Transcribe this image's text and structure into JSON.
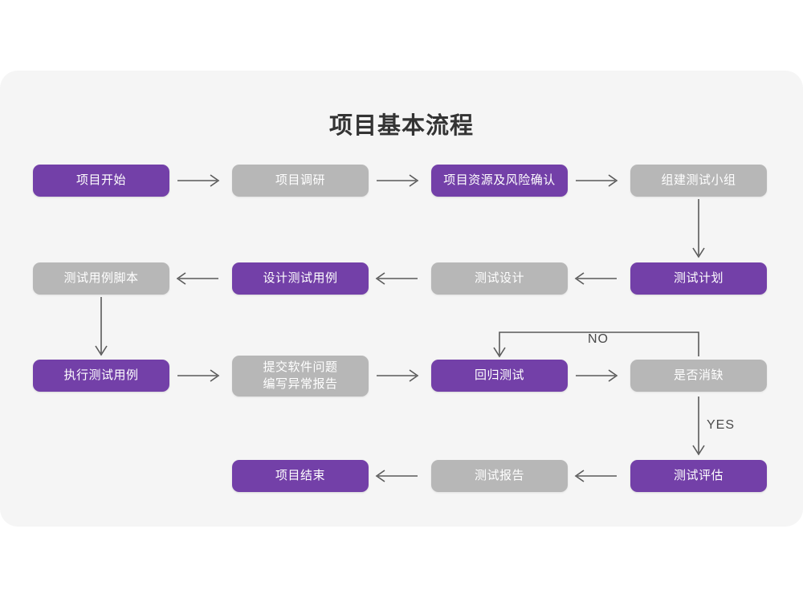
{
  "card": {
    "background_color": "#f5f5f5",
    "page_background_color": "#ffffff"
  },
  "title": "项目基本流程",
  "colors": {
    "purple": "#7340a8",
    "gray": "#b7b7b7",
    "connector": "#5a5a5a",
    "title_text": "#333333",
    "node_text": "#ffffff"
  },
  "nodes": [
    {
      "id": "n1",
      "label": "项目开始",
      "style": "purple",
      "row": 1
    },
    {
      "id": "n2",
      "label": "项目调研",
      "style": "gray",
      "row": 1
    },
    {
      "id": "n3",
      "label": "项目资源及风险确认",
      "style": "purple",
      "row": 1
    },
    {
      "id": "n4",
      "label": "组建测试小组",
      "style": "gray",
      "row": 1
    },
    {
      "id": "n5",
      "label": "测试用例脚本",
      "style": "gray",
      "row": 2
    },
    {
      "id": "n6",
      "label": "设计测试用例",
      "style": "purple",
      "row": 2
    },
    {
      "id": "n7",
      "label": "测试设计",
      "style": "gray",
      "row": 2
    },
    {
      "id": "n8",
      "label": "测试计划",
      "style": "purple",
      "row": 2
    },
    {
      "id": "n9",
      "label": "执行测试用例",
      "style": "purple",
      "row": 3
    },
    {
      "id": "n10",
      "label": "提交软件问题\n编写异常报告",
      "style": "gray",
      "row": 3
    },
    {
      "id": "n11",
      "label": "回归测试",
      "style": "purple",
      "row": 3
    },
    {
      "id": "n12",
      "label": "是否消缺",
      "style": "gray",
      "row": 3
    },
    {
      "id": "n13",
      "label": "项目结束",
      "style": "purple",
      "row": 4
    },
    {
      "id": "n14",
      "label": "测试报告",
      "style": "gray",
      "row": 4
    },
    {
      "id": "n15",
      "label": "测试评估",
      "style": "purple",
      "row": 4
    }
  ],
  "edge_labels": {
    "no": "NO",
    "yes": "YES"
  }
}
